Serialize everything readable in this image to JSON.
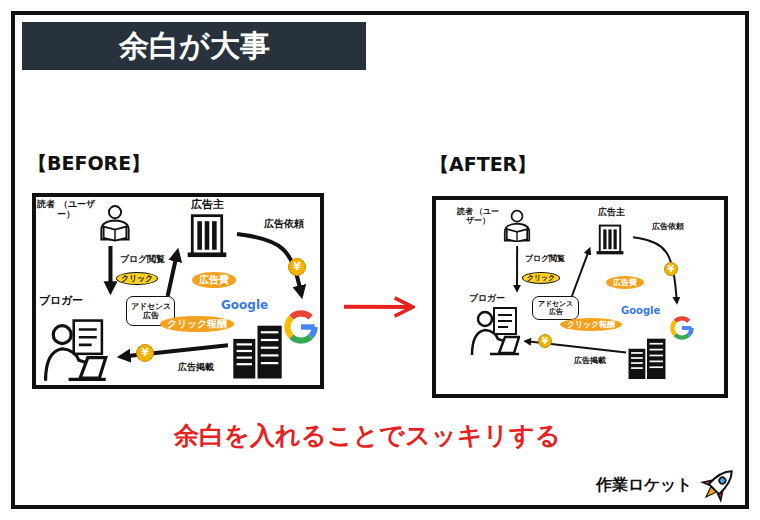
{
  "diagram": {
    "title": "余白が大事",
    "caption": "余白を入れることでスッキリする",
    "nodes": [
      {
        "text": [
          "【BEFORE】"
        ]
      },
      {
        "text": [
          "読者 （ユーザー）"
        ],
        "in": 0
      },
      {
        "text": [
          "広告主"
        ],
        "in": 0
      },
      {
        "text": [
          "アドセンス 広告"
        ],
        "in": 0
      },
      {
        "text": [
          "ブロガー"
        ],
        "in": 0
      },
      {
        "text": [
          "Google"
        ],
        "in": 0
      },
      {
        "text": [
          "【AFTER】"
        ]
      },
      {
        "text": [
          "読者 （ユーザー）"
        ],
        "in": 6
      },
      {
        "text": [
          "広告主"
        ],
        "in": 6
      },
      {
        "text": [
          "アドセンス 広告"
        ],
        "in": 6
      },
      {
        "text": [
          "ブロガー"
        ],
        "in": 6
      },
      {
        "text": [
          "Google"
        ],
        "in": 6
      }
    ],
    "edges": [
      {
        "from": 1,
        "to": 4,
        "arrow": "to",
        "label": "ブログ閲覧"
      },
      {
        "from": 3,
        "to": 2,
        "arrow": "to",
        "label": "クリック"
      },
      {
        "from": 2,
        "to": 5,
        "arrow": "to",
        "label": "広告依頼"
      },
      {
        "from": 5,
        "to": 4,
        "arrow": "to",
        "label": "広告掲載"
      },
      {
        "from": 7,
        "to": 10,
        "arrow": "to",
        "label": "ブログ閲覧"
      },
      {
        "from": 9,
        "to": 8,
        "arrow": "to",
        "label": "クリック"
      },
      {
        "from": 8,
        "to": 11,
        "arrow": "to",
        "label": "広告依頼"
      },
      {
        "from": 11,
        "to": 10,
        "arrow": "to",
        "label": "広告掲載"
      },
      {
        "from": 0,
        "to": 6,
        "arrow": "to"
      }
    ],
    "labels": [
      "広告費",
      "¥",
      "クリック報酬",
      "¥",
      "広告費",
      "¥",
      "クリック報酬",
      "¥",
      "作業ロケット"
    ]
  }
}
